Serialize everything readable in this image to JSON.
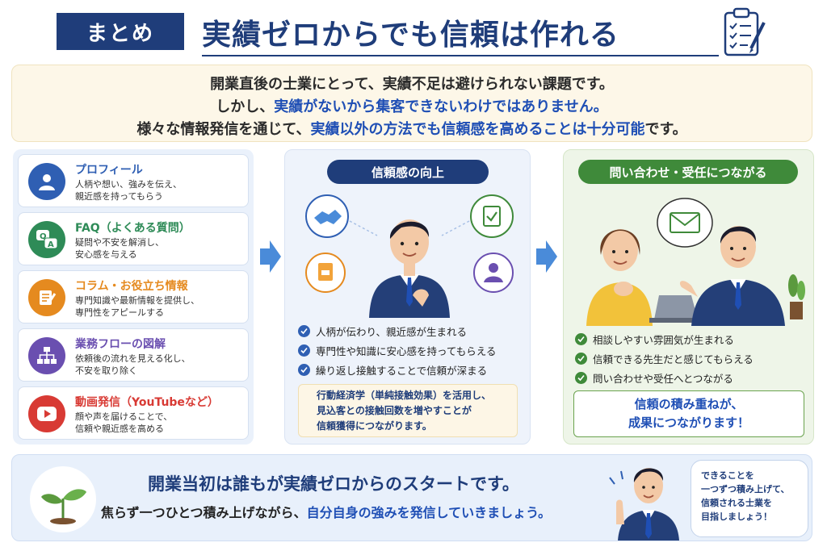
{
  "header": {
    "badge": "まとめ",
    "title": "実績ゼロからでも信頼は作れる"
  },
  "intro": {
    "line1": "開業直後の士業にとって、実績不足は避けられない課題です。",
    "line2_pre": "しかし、",
    "line2_hl": "実績がないから集客できないわけではありません。",
    "line3_pre": "様々な情報発信を通じて、",
    "line3_hl": "実績以外の方法でも信頼感を高めることは十分可能",
    "line3_post": "です。"
  },
  "items": [
    {
      "title": "プロフィール",
      "desc1": "人柄や想い、強みを伝え、",
      "desc2": "親近感を持ってもらう",
      "color": "#2f5fb3"
    },
    {
      "title": "FAQ（よくある質問）",
      "desc1": "疑問や不安を解消し、",
      "desc2": "安心感を与える",
      "color": "#2e8b57"
    },
    {
      "title": "コラム・お役立ち情報",
      "desc1": "専門知識や最新情報を提供し、",
      "desc2": "専門性をアピールする",
      "color": "#e58a1f"
    },
    {
      "title": "業務フローの図解",
      "desc1": "依頼後の流れを見える化し、",
      "desc2": "不安を取り除く",
      "color": "#6a4fb0"
    },
    {
      "title": "動画発信（YouTubeなど）",
      "desc1": "顔や声を届けることで、",
      "desc2": "信頼や親近感を高める",
      "color": "#d83a34"
    }
  ],
  "middle": {
    "pill": "信頼感の向上",
    "checks": [
      "人柄が伝わり、親近感が生まれる",
      "専門性や知識に安心感を持ってもらえる",
      "繰り返し接触することで信頼が深まる"
    ],
    "note1": "行動経済学（単純接触効果）を活用し、",
    "note2": "見込客との接触回数を増やすことが",
    "note3": "信頼獲得につながります。"
  },
  "right": {
    "pill": "問い合わせ・受任につながる",
    "checks": [
      "相談しやすい雰囲気が生まれる",
      "信頼できる先生だと感じてもらえる",
      "問い合わせや受任へとつながる"
    ],
    "note1": "信頼の積み重ねが、",
    "note2": "成果につながります！"
  },
  "bottom": {
    "line1": "開業当初は誰もが実績ゼロからのスタートです。",
    "line2_pre": "焦らず一つひとつ積み上げながら、",
    "line2_hl": "自分自身の強みを発信していきましょう。",
    "bubble1": "できることを",
    "bubble2": "一つずつ積み上げて、",
    "bubble3": "信頼される士業を",
    "bubble4": "目指しましょう！"
  },
  "colors": {
    "navy": "#1f3d7a",
    "blue": "#1f4fb5",
    "green": "#3f8a3a"
  }
}
